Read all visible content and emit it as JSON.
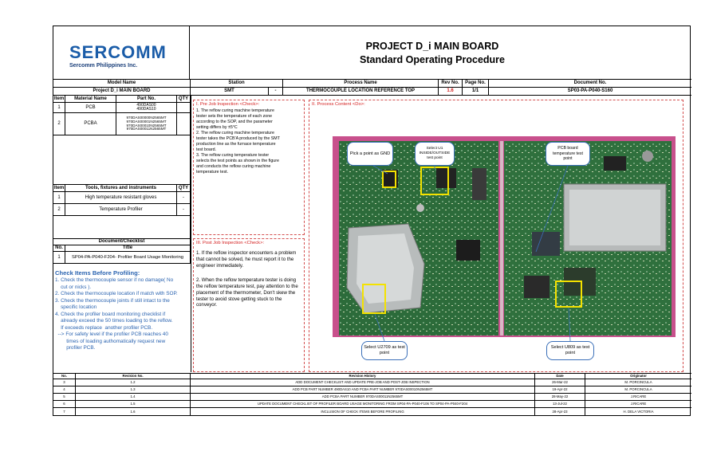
{
  "company": {
    "name": "SERCOMM",
    "subtitle": "Sercomm Philippines Inc."
  },
  "title": {
    "line1": "PROJECT D_i MAIN BOARD",
    "line2": "Standard Operating Procedure"
  },
  "info_headers": {
    "model_name": "Model Name",
    "station": "Station",
    "process_name": "Process Name",
    "rev_no": "Rev No.",
    "page_no": "Page No.",
    "document_no": "Document No."
  },
  "info_values": {
    "model_name": "Project D_i MAIN BOARD",
    "station": "SMT",
    "station_dash": "-",
    "process_name": "THERMOCOUPLE LOCATION REFERENCE TOP",
    "rev_no": "1.6",
    "page_no": "1/1",
    "document_no": "SP03-PA-P040-S160"
  },
  "materials": {
    "headers": {
      "item": "Item",
      "name": "Material Name",
      "part": "Part No.",
      "qty": "QTY"
    },
    "rows": [
      {
        "item": "1",
        "name": "PCB",
        "part": "490DAS00\n490DAS10",
        "qty": ""
      },
      {
        "item": "2",
        "name": "PCBA",
        "part": "970DAS00000N2565MT\n970DAS00001N2565MT\n970DAS00010N2565MT\n970DAS00011N2565MT",
        "qty": ""
      }
    ]
  },
  "tools": {
    "headers": {
      "item": "Item",
      "name": "Tools, fixtures and instruments",
      "qty": "QTY"
    },
    "rows": [
      {
        "item": "1",
        "name": "High temperature resistant gloves",
        "qty": "-"
      },
      {
        "item": "2",
        "name": "Temperature Profiler",
        "qty": "-"
      }
    ]
  },
  "docs": {
    "title": "Document/Checklist",
    "headers": {
      "no": "No.",
      "title": "Title"
    },
    "rows": [
      {
        "no": "1",
        "title": "SP04-PA-P040-F204- Profiler Board Usage Monitoring"
      }
    ]
  },
  "check_items": {
    "heading": "Check Items Before Profiling:",
    "lines": [
      "1. Check the thermocouple sensor if no damage( No",
      "    cut or nicks ).",
      "2. Check the thermocouple location if match with SOP.",
      "3. Check the thermocouple joints if still intact to the",
      "    specific location",
      "4. Check the profiler board monitoring checklist if",
      "    already exceed the 50 times loading to the reflow.",
      "    If exceeds replace  another profiler PCB.",
      "  --> For safety level if the profiler PCB reaches 40",
      "        times of loading authomatically request new",
      "        profiler PCB."
    ]
  },
  "pre_job": {
    "title": "I. Pre Job Inspection <Check>:",
    "lines": [
      "1. The reflow curing machine temperature",
      "tester sets the temperature of each zone",
      "according to the SOP, and the parameter",
      "setting differs by ±5°C",
      "2. The reflow curing machine temperature",
      "tester takes the PCB'A produced by the SMT",
      "production line as the furnace temperature",
      "test board.",
      "3. The reflow curing temperature tester",
      "selects the test points as shown in the figure",
      "and conducts the reflow curing machine",
      "temperature test."
    ]
  },
  "post_job": {
    "title": "III. Post Job Inspection <Check>:",
    "p1": "1. If the reflow inspector encounters a problem that cannot be solved, he must report it to the engineer immediately.",
    "p2": "2. When the reflow  temperature tester is doing the reflow temperature test, pay attention to the placement of the thermometer, Don't skew the tester to avoid stove getting stuck to the conveyor."
  },
  "process": {
    "title": "II. Process Content <Do>:",
    "callouts": [
      "Pick a point as GND",
      "Select U1 INSIDE/OUTSIDE test point",
      "PCB board temperature test point",
      "Select U2709 as test point",
      "Select U809 as test point"
    ]
  },
  "revisions": {
    "headers": {
      "no": "No.",
      "rev": "Revision No.",
      "history": "Revision History",
      "date": "Date",
      "originator": "Originator"
    },
    "rows": [
      {
        "no": "3",
        "rev": "1.2",
        "history": "ADD DOCUMENT CHECKLIST AND UPDATE PRE-JOB AND POST-JOB INSPECTION",
        "date": "26-Mar-22",
        "originator": "M. PORCINCULA"
      },
      {
        "no": "4",
        "rev": "1.3",
        "history": "ADD PCB PART NUMBER 490DAS10 AND PCBA PART NUMBER 970DAS00010N2565MT",
        "date": "19-Apr-22",
        "originator": "M. PORCINCULA"
      },
      {
        "no": "5",
        "rev": "1.4",
        "history": "ADD PCBA PART NUMBER 970DAS00011N2565MT",
        "date": "28-May-22",
        "originator": "J.RICARE"
      },
      {
        "no": "6",
        "rev": "1.5",
        "history": "UPDATE DOCUMENT CHECKLIST OF PROFILER BOARD USAGE MONITORING FROM SP04-PA-P040-F106 TO SP04-PA-P040-F204",
        "date": "13-Jul-22",
        "originator": "J.RICARE"
      },
      {
        "no": "7",
        "rev": "1.6",
        "history": "INCLUSION OF CHECK ITEMS BEFORE PROFILING",
        "date": "28-Apr-23",
        "originator": "H. DELA VICTORIA"
      }
    ]
  },
  "colors": {
    "logo_blue": "#1a5ca8",
    "rev_red": "#d42020",
    "check_blue": "#2a63b0",
    "callout_yellow": "#f4e200",
    "pcb_green": "#2c6b3a"
  },
  "icons": [
    "sercomm-logo"
  ]
}
